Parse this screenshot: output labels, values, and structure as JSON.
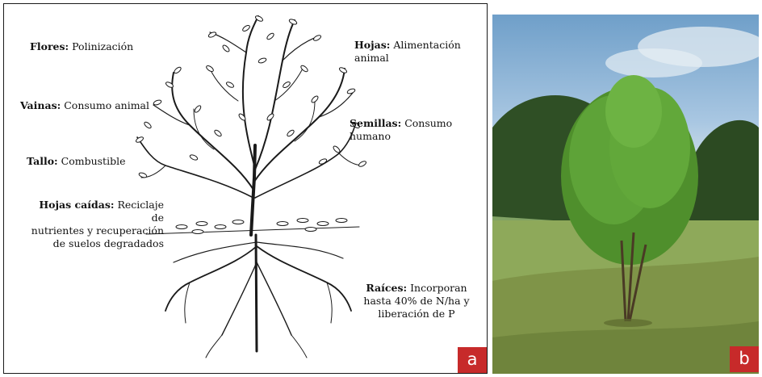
{
  "labels": {
    "flores": {
      "title": "Flores:",
      "text": "Polinización"
    },
    "hojas": {
      "title": "Hojas:",
      "text": "Alimentación animal"
    },
    "vainas": {
      "title": "Vainas:",
      "text": "Consumo animal"
    },
    "semillas": {
      "title": "Semillas:",
      "text": "Consumo humano"
    },
    "tallo": {
      "title": "Tallo:",
      "text": "Combustible"
    },
    "caidas": {
      "title": "Hojas caídas:",
      "line1": "Reciclaje de",
      "line2": "nutrientes y recuperación",
      "line3": "de suelos degradados"
    },
    "raices": {
      "title": "Raíces:",
      "line1": "Incorporan",
      "line2": "hasta 40% de N/ha y",
      "line3": "liberación de P"
    }
  },
  "badges": {
    "a": "a",
    "b": "b"
  },
  "colors": {
    "badge": "#c72a2a",
    "ink": "#1a1a1a"
  }
}
